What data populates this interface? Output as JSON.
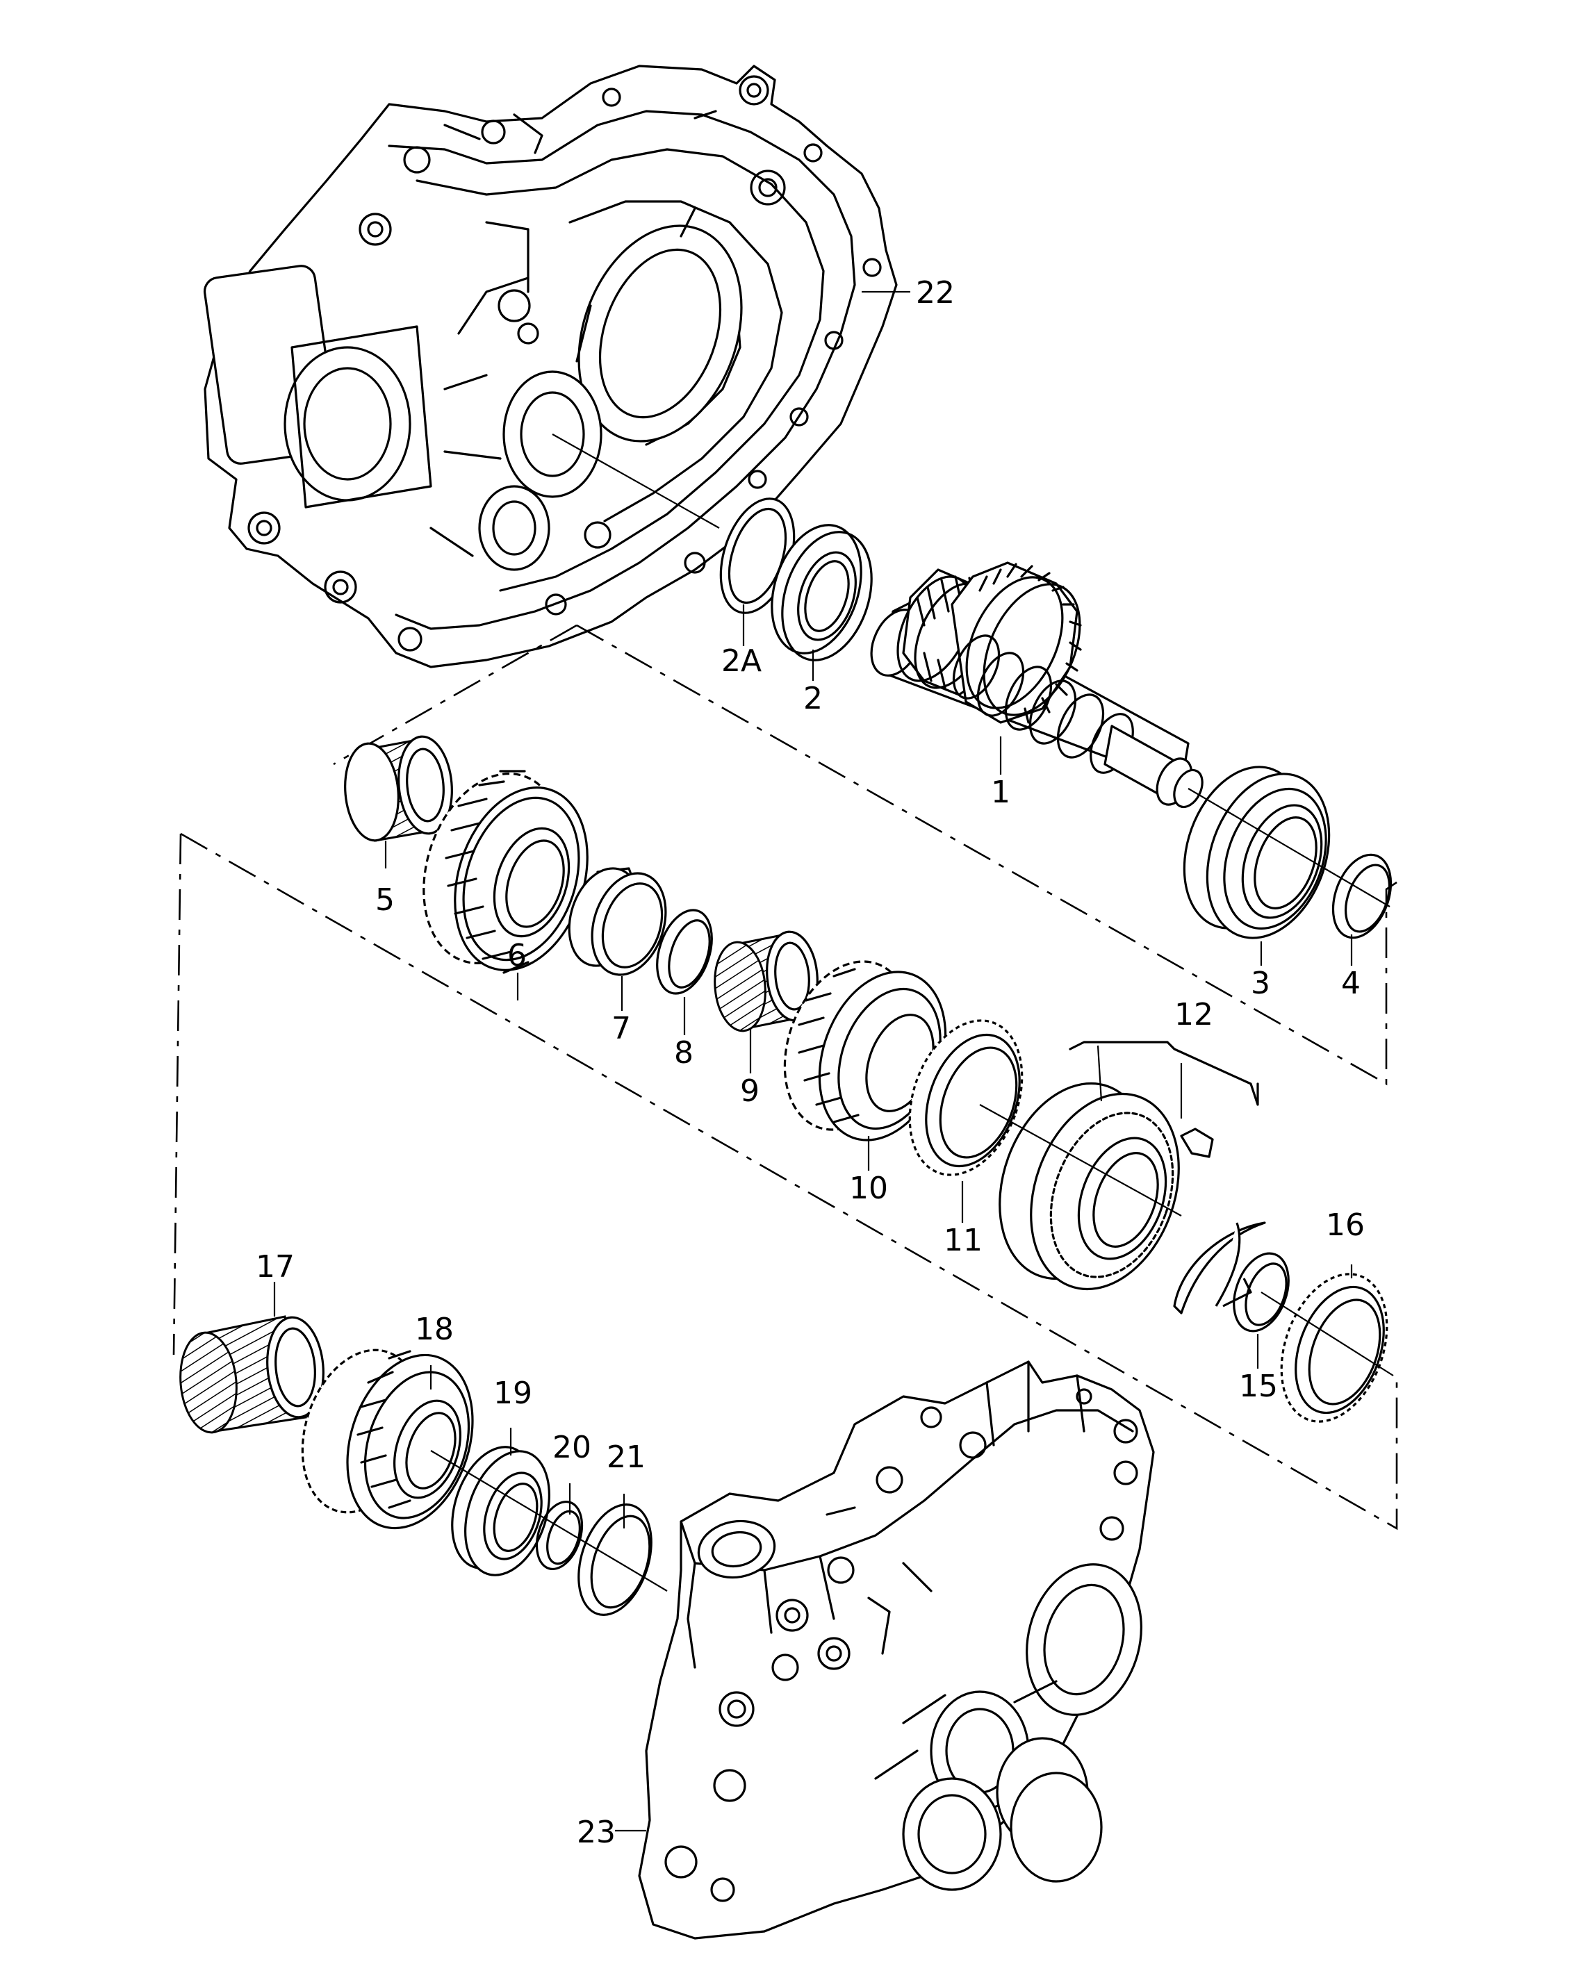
{
  "parts": [
    {
      "id": "22",
      "label": "22"
    },
    {
      "id": "2A",
      "label": "2A"
    },
    {
      "id": "2",
      "label": "2"
    },
    {
      "id": "1",
      "label": "1"
    },
    {
      "id": "3",
      "label": "3"
    },
    {
      "id": "4",
      "label": "4"
    },
    {
      "id": "5",
      "label": "5"
    },
    {
      "id": "6",
      "label": "6"
    },
    {
      "id": "7",
      "label": "7"
    },
    {
      "id": "8",
      "label": "8"
    },
    {
      "id": "9",
      "label": "9"
    },
    {
      "id": "10",
      "label": "10"
    },
    {
      "id": "11",
      "label": "11"
    },
    {
      "id": "12",
      "label": "12"
    },
    {
      "id": "15",
      "label": "15"
    },
    {
      "id": "16",
      "label": "16"
    },
    {
      "id": "17",
      "label": "17"
    },
    {
      "id": "18",
      "label": "18"
    },
    {
      "id": "19",
      "label": "19"
    },
    {
      "id": "20",
      "label": "20"
    },
    {
      "id": "21",
      "label": "21"
    },
    {
      "id": "23",
      "label": "23"
    }
  ]
}
